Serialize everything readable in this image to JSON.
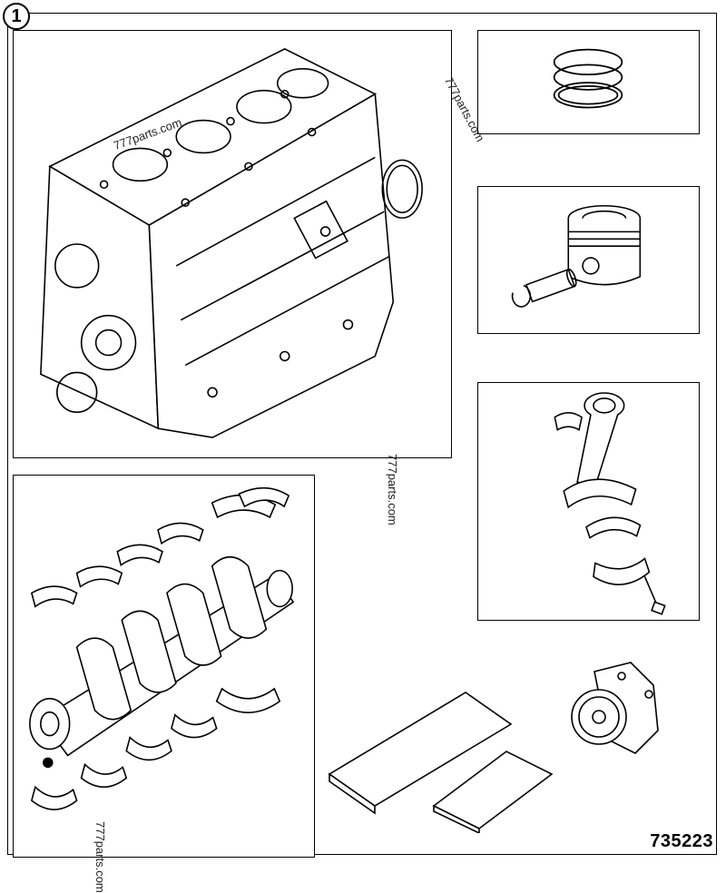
{
  "diagram": {
    "reference_number": "1",
    "diagram_number": "735223",
    "watermarks": [
      "777parts.com",
      "777parts.com",
      "777parts.com",
      "777parts.com"
    ]
  },
  "parts": [
    {
      "name": "cylinder-block"
    },
    {
      "name": "piston-rings"
    },
    {
      "name": "piston-assembly"
    },
    {
      "name": "connecting-rod"
    },
    {
      "name": "crankshaft-and-bearings"
    },
    {
      "name": "oil-pump"
    },
    {
      "name": "gaskets"
    }
  ],
  "colors": {
    "line": "#000000",
    "background": "#ffffff"
  }
}
